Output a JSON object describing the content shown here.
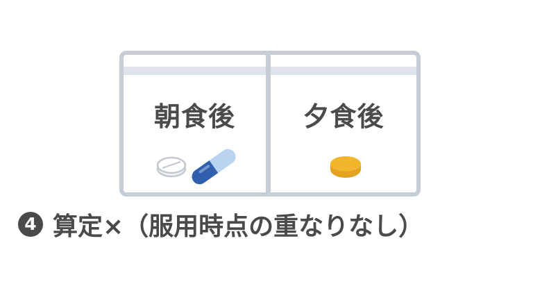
{
  "pill_case": {
    "left_label": "朝食後",
    "right_label": "夕食後",
    "left_pills": [
      "white-tablet-icon",
      "blue-capsule-icon"
    ],
    "right_pills": [
      "yellow-tablet-icon"
    ]
  },
  "caption": {
    "number": "4",
    "text": "算定×（服用時点の重なりなし）"
  },
  "colors": {
    "case_border": "#c7cdd6",
    "capsule_blue": "#2f5fae",
    "capsule_light": "#b9d3f0",
    "tablet_yellow": "#f2b52e",
    "text": "#4a4a4a"
  }
}
